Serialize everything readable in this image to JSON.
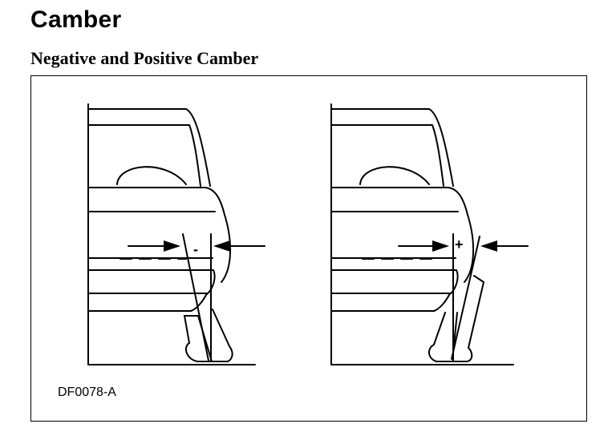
{
  "title": "Camber",
  "subtitle": "Negative and Positive Camber",
  "figure_code": "DF0078-A",
  "panels": [
    {
      "sign": "-"
    },
    {
      "sign": "+"
    }
  ],
  "colors": {
    "ink": "#000000",
    "background": "#ffffff"
  }
}
